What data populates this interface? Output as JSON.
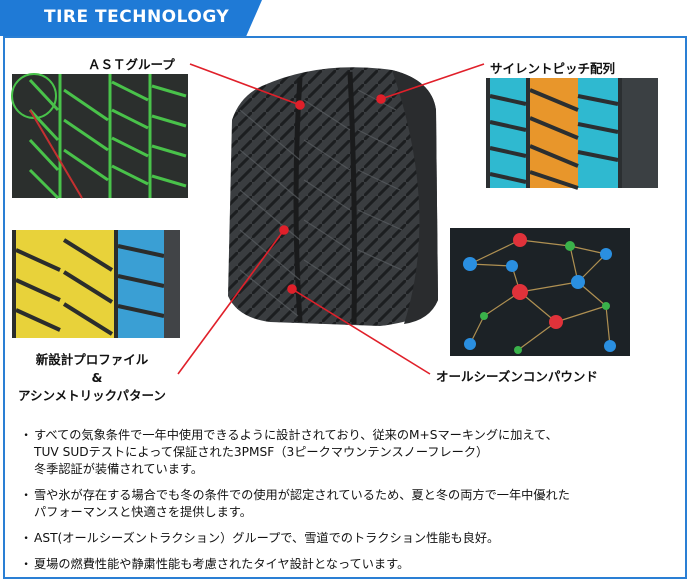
{
  "header": {
    "title": "TIRE TECHNOLOGY"
  },
  "colors": {
    "accent": "#1f7ad6",
    "callout": "#e0202a",
    "border": "#2a7fd4"
  },
  "callouts": {
    "ast_group": "ＡＳＴグループ",
    "silent_pitch": "サイレントピッチ配列",
    "profile_line1": "新設計プロファイル",
    "profile_line2": "&",
    "profile_line3": "アシンメトリックパターン",
    "compound": "オールシーズンコンパウンド"
  },
  "bullets": [
    {
      "dot": "・",
      "lines": [
        "すべての気象条件で一年中使用できるように設計されており、従来のM+Sマーキングに加えて、",
        "TUV SUDテストによって保証された3PMSF（3ピークマウンテンスノーフレーク）",
        "冬季認証が装備されています。"
      ]
    },
    {
      "dot": "・",
      "lines": [
        "雪や氷が存在する場合でも冬の条件での使用が認定されているため、夏と冬の両方で一年中優れた",
        "パフォーマンスと快適さを提供します。"
      ]
    },
    {
      "dot": "・",
      "lines": [
        "AST(オールシーズントラクション）グループで、雪道でのトラクション性能も良好。"
      ]
    },
    {
      "dot": "・",
      "lines": [
        "夏場の燃費性能や静粛性能も考慮されたタイヤ設計となっています。"
      ]
    }
  ]
}
